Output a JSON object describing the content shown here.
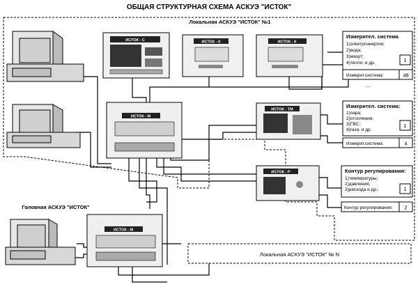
{
  "title": "ОБЩАЯ  СТРУКТУРНАЯ СХЕМА  АСКУЭ \"ИСТОК\"",
  "local1_label": "Локальная АСКУЭ \"ИСТОК\" №1",
  "head_label": "Головная АСКУЭ \"ИСТОК\"",
  "localN_label": "Локальная АСКУЭ \"ИСТОК\" № N",
  "devices": {
    "istok_c": "ИСТОК - С",
    "istok_k1": "ИСТОК - К",
    "istok_k2": "ИСТОК - К",
    "istok_m1": "ИСТОК - М",
    "istok_tm": "ИСТОК - ТМ",
    "istok_r": "ИСТОК - Р",
    "istok_m2": "ИСТОК - М"
  },
  "box1": {
    "title": "Измерител. система",
    "items": [
      "1)электроэнергия;",
      "2)вода;",
      "3)мазут;",
      "4)тепло; и др."
    ],
    "num": "1"
  },
  "box1b": {
    "label": "Измерит.система:",
    "num": "48"
  },
  "ellipsis": "...",
  "box2": {
    "title": "Измерител. система:",
    "items": [
      "1)пара;",
      "2)отопления;",
      "3)ГВС;",
      "4)газа; и др."
    ],
    "num": "1"
  },
  "box2b": {
    "label": "Измерит.система:",
    "num": "4"
  },
  "box3": {
    "title": "Контур регулирования:",
    "items": [
      "1)температуры;",
      "2)давления;",
      "3)расхода и др.;"
    ],
    "num": "1"
  },
  "box3b": {
    "label": "Контур регулирования:",
    "num": "2"
  }
}
